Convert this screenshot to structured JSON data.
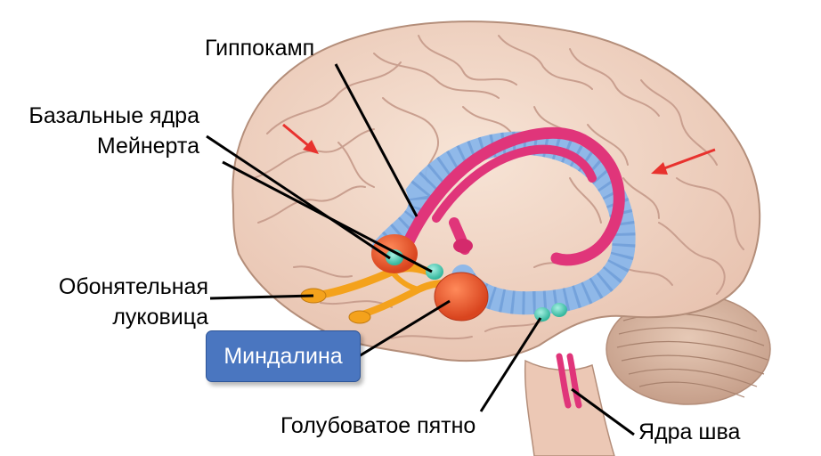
{
  "labels": {
    "hippocampus": "Гиппокамп",
    "basal_nuclei_line1": "Базальные ядра",
    "basal_nuclei_line2": "Мейнерта",
    "olfactory_line1": "Обонятельная",
    "olfactory_line2": "луковица",
    "amygdala": "Миндалина",
    "locus_coeruleus": "Голубоватое пятно",
    "raphe_nuclei": "Ядра шва"
  },
  "colors": {
    "brain_fill": "#f2d9c9",
    "sulcus": "#c99f8f",
    "fornix_pink": "#e0357a",
    "hippocampus_blue": "#8ab6ea",
    "amygdala_orange": "#ef5a2a",
    "olfactory_yellow": "#f4a21c",
    "nucleus_teal": "#5fd6c0",
    "label_box": "#4a76c0",
    "arrow_red": "#e8322e"
  }
}
